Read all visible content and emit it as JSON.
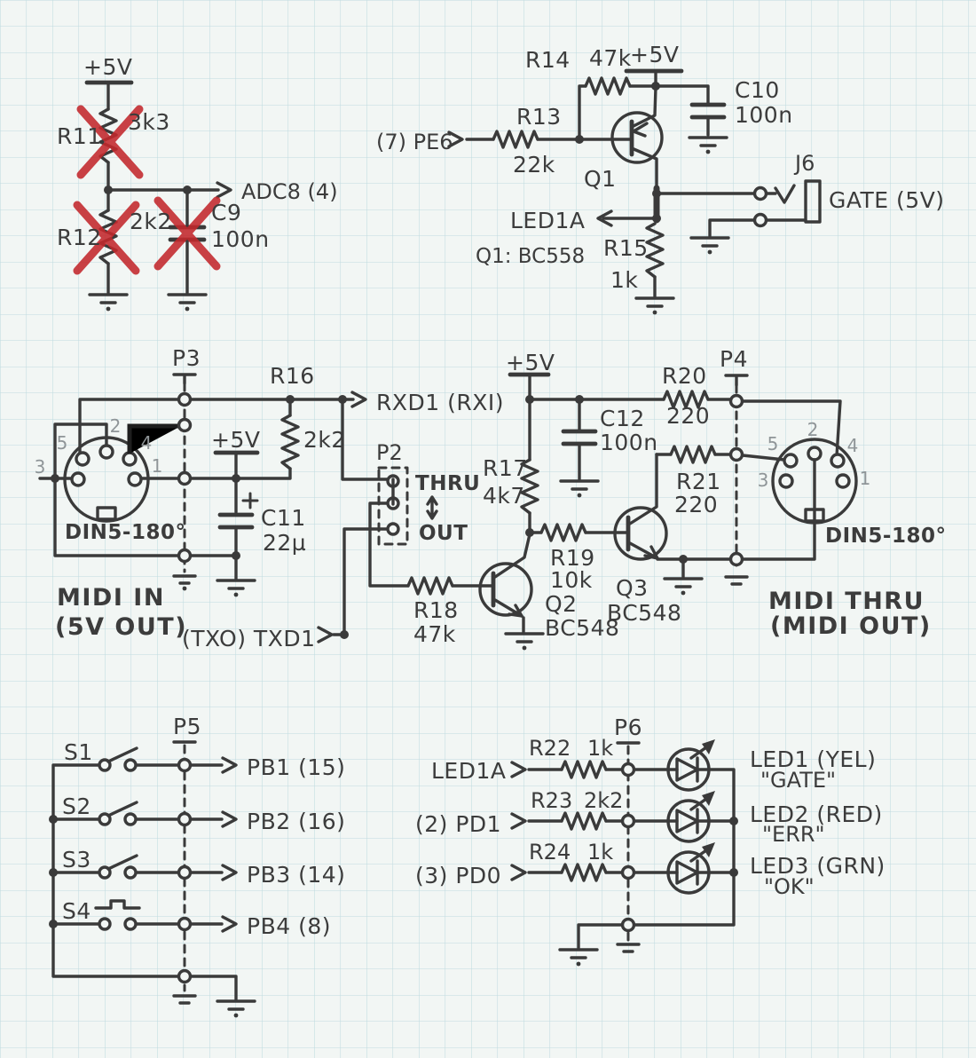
{
  "schematic": {
    "crossout_color": "#c3282c",
    "ink_color": "#3a3a3a",
    "grid_color": "#c0dbe0",
    "adc": {
      "v5": "+5V",
      "r11": "R11",
      "r11_val": "3k3",
      "r12": "R12",
      "r12_val": "2k2",
      "c9": "C9",
      "c9_val": "100n",
      "net": "ADC8 (4)",
      "crossed_out": [
        "R11",
        "R12",
        "C9"
      ]
    },
    "gate": {
      "net_in": "(7) PE6",
      "r13": "R13",
      "r13_val": "22k",
      "r14": "R14",
      "r14_val": "47k",
      "v5": "+5V",
      "c10": "C10",
      "c10_val": "100n",
      "q1": "Q1",
      "q1_note": "Q1: BC558",
      "net_led": "LED1A",
      "r15": "R15",
      "r15_val": "1k",
      "j6": "J6",
      "gate_label": "GATE (5V)"
    },
    "midi": {
      "p3": "P3",
      "p2": "P2",
      "p4": "P4",
      "thru": "THRU",
      "out": "OUT",
      "v5_din": "+5V",
      "v5_main": "+5V",
      "r16": "R16",
      "r16_val": "2k2",
      "r17": "R17",
      "r17_val": "4k7",
      "r18": "R18",
      "r18_val": "47k",
      "r19": "R19",
      "r19_val": "10k",
      "r20": "R20",
      "r20_val": "220",
      "r21": "R21",
      "r21_val": "220",
      "c11": "C11",
      "c11_val": "22µ",
      "c12": "C12",
      "c12_val": "100n",
      "q2": "Q2",
      "q2_type": "BC548",
      "q3": "Q3",
      "q3_type": "BC548",
      "net_rxd": "RXD1 (RXI)",
      "net_txd": "(TXO) TXD1",
      "din_in": {
        "pin1": "1",
        "pin2": "2",
        "pin3": "3",
        "pin4": "4",
        "pin5": "5",
        "type": "DIN5-180°",
        "title": "MIDI IN",
        "sub": "(5V OUT)"
      },
      "din_thru": {
        "pin1": "1",
        "pin2": "2",
        "pin3": "3",
        "pin4": "4",
        "pin5": "5",
        "type": "DIN5-180°",
        "title": "MIDI THRU",
        "sub": "(MIDI OUT)"
      }
    },
    "buttons": {
      "p5": "P5",
      "s1": "S1",
      "s2": "S2",
      "s3": "S3",
      "s4": "S4",
      "pb1": "PB1 (15)",
      "pb2": "PB2 (16)",
      "pb3": "PB3 (14)",
      "pb4": "PB4 (8)"
    },
    "leds": {
      "p6": "P6",
      "net_led1a": "LED1A",
      "net_pd1": "(2) PD1",
      "net_pd0": "(3) PD0",
      "r22": "R22",
      "r22_val": "1k",
      "r23": "R23",
      "r23_val": "2k2",
      "r24": "R24",
      "r24_val": "1k",
      "led1": "LED1 (YEL)",
      "led1_fn": "\"GATE\"",
      "led2": "LED2 (RED)",
      "led2_fn": "\"ERR\"",
      "led3": "LED3 (GRN)",
      "led3_fn": "\"OK\""
    }
  }
}
